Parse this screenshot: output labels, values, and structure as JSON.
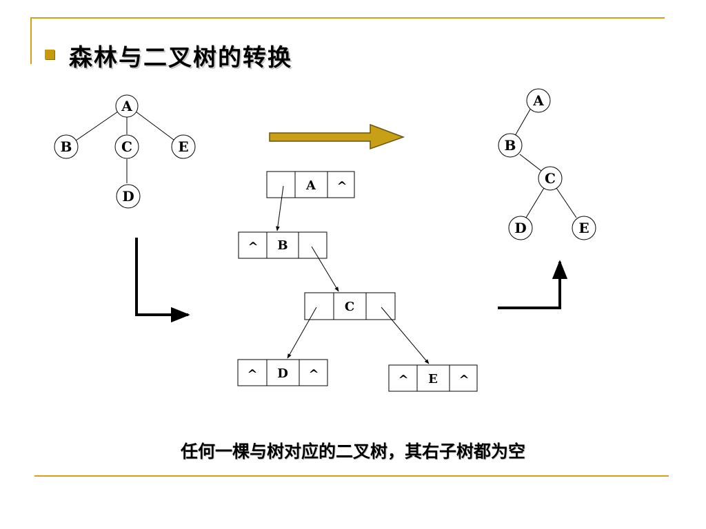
{
  "title": "森林与二叉树的转换",
  "caption": "任何一棵与树对应的二叉树，其右子树都为空",
  "forest_tree": {
    "nodes": [
      "A",
      "B",
      "C",
      "E",
      "D"
    ]
  },
  "linked_list": {
    "null_symbol": "^",
    "nodes": [
      {
        "left": "",
        "data": "A",
        "right": "^"
      },
      {
        "left": "^",
        "data": "B",
        "right": ""
      },
      {
        "left": "",
        "data": "C",
        "right": ""
      },
      {
        "left": "^",
        "data": "D",
        "right": "^"
      },
      {
        "left": "^",
        "data": "E",
        "right": "^"
      }
    ]
  },
  "binary_tree": {
    "nodes": [
      "A",
      "B",
      "C",
      "D",
      "E"
    ]
  },
  "colors": {
    "accent_rule": "#d4a017",
    "bullet": "#c89a0a",
    "big_arrow": "#c8a018",
    "big_arrow_outline": "#6b5410"
  }
}
